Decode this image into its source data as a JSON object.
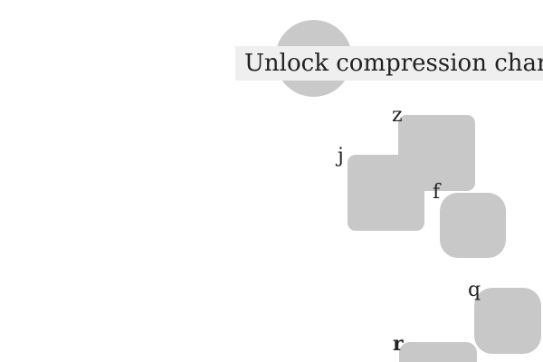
{
  "banner": {
    "text": "Unlock compression chan"
  },
  "tiles": [
    {
      "label": "z"
    },
    {
      "label": "j"
    },
    {
      "label": "f"
    },
    {
      "label": "q"
    },
    {
      "label": "r"
    }
  ],
  "colors": {
    "shape_fill": "#c8c8c8",
    "banner_bg": "#efefef",
    "text": "#222222",
    "background": "#ffffff"
  }
}
